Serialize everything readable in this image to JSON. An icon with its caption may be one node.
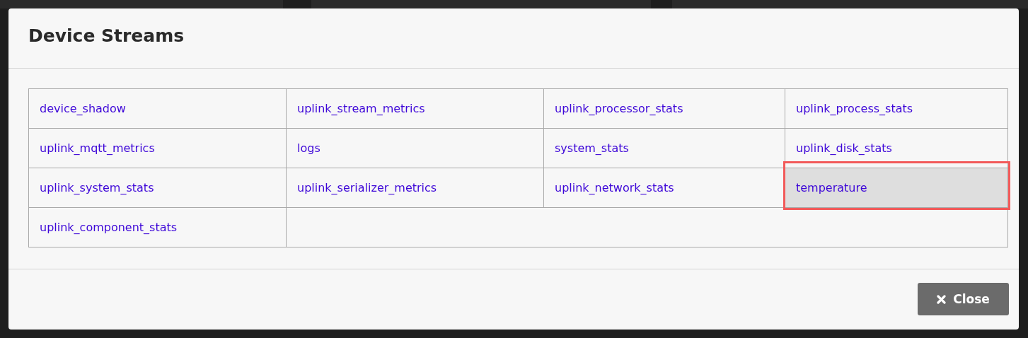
{
  "diagram": {
    "title": "Device Streams",
    "labels": [
      "device_shadow",
      "uplink_stream_metrics",
      "uplink_processor_stats",
      "uplink_process_stats",
      "uplink_mqtt_metrics",
      "logs",
      "system_stats",
      "uplink_disk_stats",
      "uplink_system_stats",
      "uplink_serializer_metrics",
      "uplink_network_stats",
      "temperature",
      "uplink_component_stats",
      "Close"
    ]
  }
}
